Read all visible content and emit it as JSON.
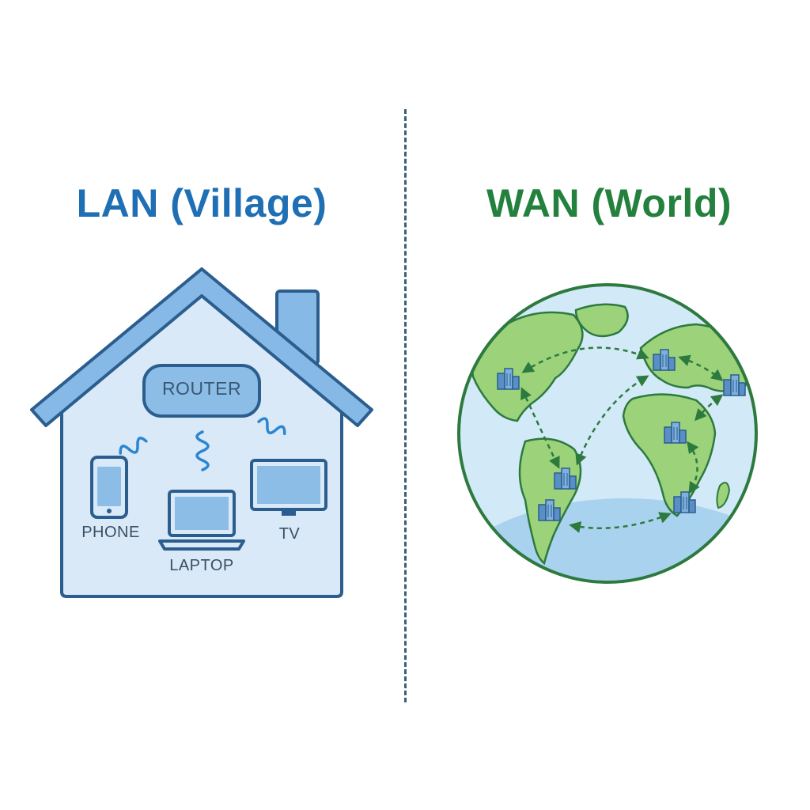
{
  "lan": {
    "title": "LAN (Village)",
    "router_label": "ROUTER",
    "devices": [
      "PHONE",
      "LAPTOP",
      "TV"
    ]
  },
  "wan": {
    "title": "WAN (World)"
  },
  "colors": {
    "lan_accent": "#1f6fb5",
    "wan_accent": "#23803d",
    "house_fill": "#d9e9f8",
    "house_stroke": "#2b5e8f",
    "roof_fill": "#86b9e6",
    "ocean": "#d2e9f8",
    "land": "#9bd27a",
    "divider": "#3a5f7a"
  },
  "icons": [
    "house-icon",
    "router-icon",
    "phone-icon",
    "laptop-icon",
    "tv-icon",
    "wifi-signal-icon",
    "globe-icon",
    "building-icon",
    "dashed-arrow-icon"
  ]
}
